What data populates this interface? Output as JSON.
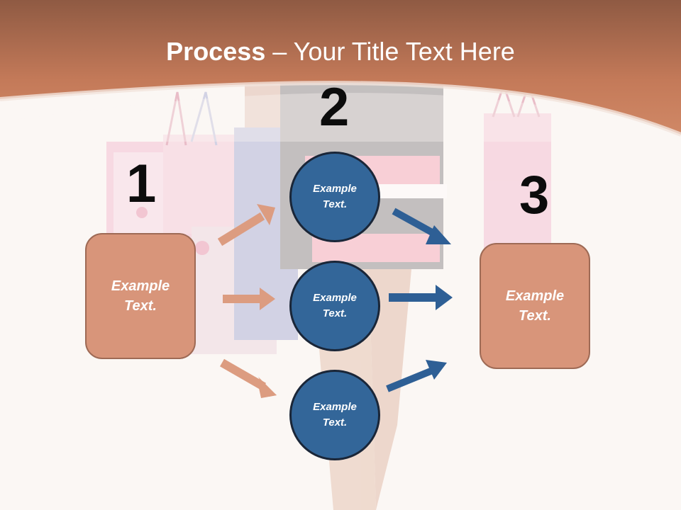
{
  "title": {
    "bold": "Process",
    "rest": " – Your Title Text Here"
  },
  "steps": {
    "one": "1",
    "two": "2",
    "three": "3"
  },
  "left_box": {
    "text": "Example\nText."
  },
  "right_box": {
    "text": "Example\nText."
  },
  "circles": [
    {
      "text": "Example\nText."
    },
    {
      "text": "Example\nText."
    },
    {
      "text": "Example\nText."
    }
  ],
  "colors": {
    "header": "#c47a59",
    "box_fill": "#d8957a",
    "circle_fill": "#336699",
    "arrow_left": "#dc9c80",
    "arrow_right": "#2e5f95"
  }
}
